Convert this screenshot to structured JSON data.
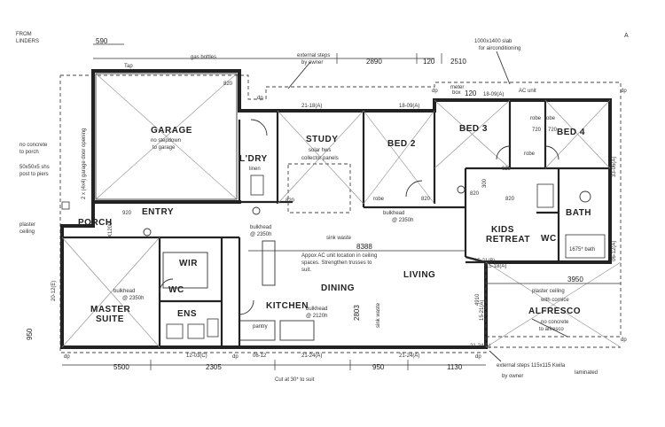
{
  "rooms": {
    "garage": "GARAGE",
    "study": "STUDY",
    "bed2": "BED 2",
    "bed3": "BED 3",
    "bed4": "BED 4",
    "ldry": "L'DRY",
    "porch": "PORCH",
    "entry": "ENTRY",
    "kids_retreat_1": "KIDS",
    "kids_retreat_2": "RETREAT",
    "bath": "BATH",
    "wc1": "WC",
    "wc2": "WC",
    "living": "LIVING",
    "dining": "DINING",
    "kitchen": "KITCHEN",
    "wir": "WIR",
    "master_1": "MASTER",
    "master_2": "SUITE",
    "ens": "ENS",
    "alfresco": "ALFRESCO"
  },
  "notes": {
    "from_linders_1": "FROM",
    "from_linders_2": "LINDERS",
    "sheet_mark": "A",
    "gas_bottles": "gas bottles",
    "tap": "Tap",
    "ext_steps_1": "external steps",
    "ext_steps_2": "by owner",
    "slab_1": "1000x1400 slab",
    "slab_2": "for airconditioning",
    "ac_unit": "AC unit",
    "meter_box": "meter",
    "meter_box_2": "box",
    "garage_1": "no stepdown",
    "garage_2": "to garage",
    "garage_door": "2 x (4x4) garage door opening",
    "no_concrete_1": "no concrete",
    "no_concrete_2": "to porch",
    "shs_1": "50x50x5 shs",
    "shs_2": "post to piers",
    "plaster_1": "plaster",
    "plaster_2": "ceiling",
    "solar_1": "solar hws",
    "solar_2": "collector panels",
    "robe": "robe",
    "robe2": "robe",
    "robe3": "robe",
    "robe4": "robe",
    "bulkhead_study_1": "bulkhead",
    "bulkhead_study_2": "@ 2350h",
    "bulkhead_entry_1": "bulkhead",
    "bulkhead_entry_2": "@ 2350h",
    "bulkhead_master_1": "bulkhead",
    "bulkhead_master_2": "@ 2350h",
    "bulkhead_kitchen_1": "bulkhead",
    "bulkhead_kitchen_2": "@ 2120h",
    "sink_waste": "sink waste",
    "sink_waste_2": "sink waste",
    "ac_note_1": "Appox AC unit location in ceiling",
    "ac_note_2": "spaces. Strengthen trusses to",
    "ac_note_3": "suit.",
    "alfresco_1": "plaster ceiling",
    "alfresco_2": "with cornice",
    "alfresco_3": "no concrete",
    "alfresco_4": "to alfresco",
    "ext_steps_b_1": "external steps 115x115 Kwila",
    "ext_steps_b_2": "laminated",
    "ext_steps_b_3": "by owner",
    "linen": "linen",
    "pantry": "pantry",
    "bath_label": "1675* bath",
    "cut_note": "Cut at 30* to suit"
  },
  "dims": {
    "d590": "590",
    "d2890": "2890",
    "d120a": "120",
    "d2510": "2510",
    "d120b": "120",
    "d8388": "8388",
    "d3950": "3950",
    "d5500": "5500",
    "d2305": "2305",
    "d950a": "950",
    "d1130": "1130",
    "d950b": "950",
    "d2803": "2803",
    "d4910": "4910",
    "d720a": "720",
    "d720b": "720",
    "d820a": "820",
    "d820b": "820",
    "d820c": "820",
    "d820d": "820",
    "d820e": "820",
    "d920": "920",
    "d300": "300",
    "d629": "629",
    "d1200": "X1200"
  },
  "level_tags": {
    "t1": "21-18(A)",
    "t2": "18-09(A)",
    "t3": "18-09(A)",
    "t4": "15-18(A)",
    "t5": "21-24(A)",
    "t6": "21-24(A)",
    "t7": "12-03(C)",
    "t8": "06-12",
    "t9": "20-12(E)",
    "t10": "06-12(A)",
    "t11": "15-21(A)",
    "t12": "15-21(B)",
    "t13": "21-24(A)",
    "t14": "33-06(A)"
  },
  "markers": {
    "dp1": "dp",
    "dp2": "dp",
    "dp3": "dp",
    "dp4": "dp",
    "dp5": "dp",
    "dp6": "dp",
    "dp7": "dp"
  }
}
